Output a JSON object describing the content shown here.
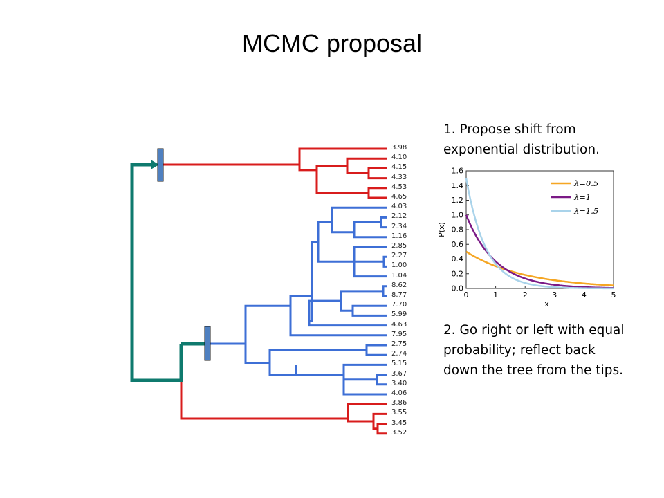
{
  "slide": {
    "title": "MCMC proposal",
    "step1": "1. Propose shift from\nexponential distribution.",
    "step2": "2. Go right or left with equal\nprobability; reflect back\ndown the tree from the tips."
  },
  "tree": {
    "tip_labels": [
      "3.98",
      "4.10",
      "4.15",
      "4.33",
      "4.53",
      "4.65",
      "4.03",
      "2.12",
      "2.34",
      "1.16",
      "2.85",
      "2.27",
      "1.00",
      "1.04",
      "8.62",
      "8.77",
      "7.70",
      "5.99",
      "4.63",
      "7.95",
      "2.75",
      "2.74",
      "5.15",
      "3.67",
      "3.40",
      "4.06",
      "3.86",
      "3.55",
      "3.45",
      "3.52"
    ],
    "colors": {
      "red": "#d81c1c",
      "blue": "#3d6fd6",
      "proposal": "#0f7a6e",
      "marker": "#4f80c0"
    }
  },
  "chart_data": {
    "type": "line",
    "title": "",
    "xlabel": "x",
    "ylabel": "P(x)",
    "xlim": [
      0,
      5
    ],
    "ylim": [
      0,
      1.6
    ],
    "xticks": [
      "0",
      "1",
      "2",
      "3",
      "4",
      "5"
    ],
    "yticks": [
      "0.0",
      "0.2",
      "0.4",
      "0.6",
      "0.8",
      "1.0",
      "1.2",
      "1.4",
      "1.6"
    ],
    "series": [
      {
        "name": "λ=0.5",
        "lambda": 0.5,
        "color": "#f5a623"
      },
      {
        "name": "λ=1",
        "lambda": 1,
        "color": "#7b1a86"
      },
      {
        "name": "λ=1.5",
        "lambda": 1.5,
        "color": "#a9d3ea"
      }
    ],
    "legend_position": "top-right"
  }
}
